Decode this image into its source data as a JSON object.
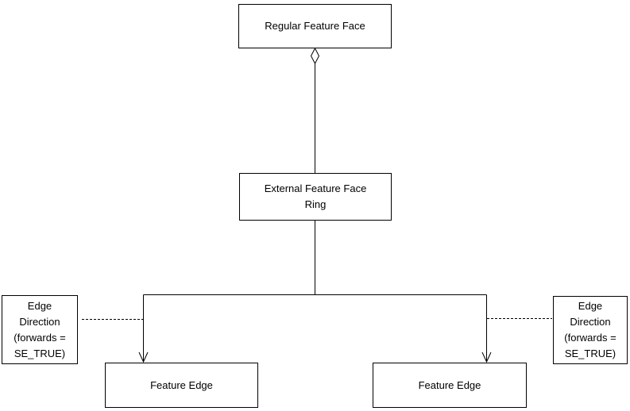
{
  "nodes": {
    "regular_feature_face": {
      "label": "Regular Feature Face"
    },
    "external_feature_face_ring": {
      "label": "External Feature Face\nRing"
    },
    "feature_edge_left": {
      "label": "Feature Edge"
    },
    "feature_edge_right": {
      "label": "Feature Edge"
    },
    "edge_direction_left": {
      "label": "Edge\nDirection\n(forwards =\nSE_TRUE)"
    },
    "edge_direction_right": {
      "label": "Edge\nDirection\n(forwards =\nSE_TRUE)"
    }
  },
  "connectors": [
    {
      "from": "regular_feature_face",
      "to": "external_feature_face_ring",
      "style": "solid",
      "marker": "hollow-diamond-at-parent"
    },
    {
      "from": "external_feature_face_ring",
      "to": "feature_edge_left",
      "style": "solid",
      "marker": "open-arrow"
    },
    {
      "from": "external_feature_face_ring",
      "to": "feature_edge_right",
      "style": "solid",
      "marker": "open-arrow"
    },
    {
      "from": "edge_direction_left",
      "to": "left-branch",
      "style": "dashed",
      "marker": "none"
    },
    {
      "from": "edge_direction_right",
      "to": "right-branch",
      "style": "dashed",
      "marker": "none"
    }
  ],
  "colors": {
    "background": "#ffffff",
    "node_fill": "#ffffff",
    "node_border": "#000000",
    "line": "#000000",
    "text": "#000000"
  }
}
